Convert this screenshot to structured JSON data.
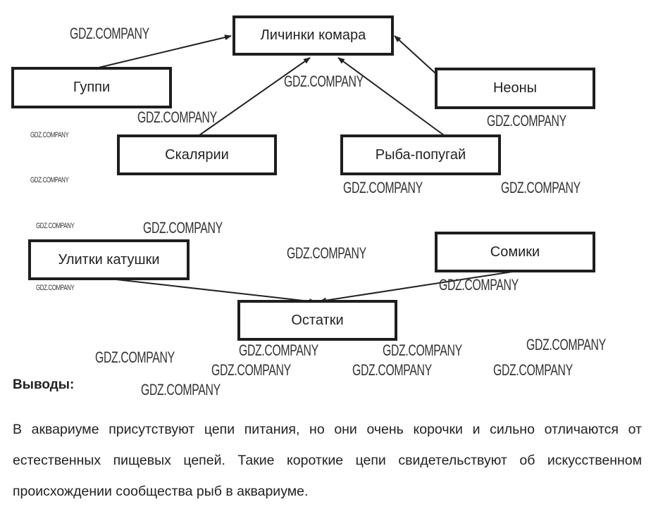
{
  "nodes": {
    "larvae": "Личинки комара",
    "guppy": "Гуппи",
    "neons": "Неоны",
    "angelfish": "Скалярии",
    "parrotfish": "Рыба-попугай",
    "snails": "Улитки катушки",
    "catfish": "Сомики",
    "remains": "Остатки"
  },
  "edges": [
    {
      "from": "guppy",
      "to": "larvae"
    },
    {
      "from": "angelfish",
      "to": "larvae"
    },
    {
      "from": "parrotfish",
      "to": "larvae"
    },
    {
      "from": "neons",
      "to": "larvae"
    },
    {
      "from": "snails",
      "to": "remains"
    },
    {
      "from": "catfish",
      "to": "remains"
    }
  ],
  "conclusion": {
    "heading": "Выводы:",
    "text": "В аквариуме присутствуют цепи питания, но они очень корочки и сильно отличаются от естественных пищевых цепей. Такие короткие цепи свидетельствуют об искусственном происхождении сообщества рыб в аквариуме."
  },
  "watermark": "GDZ.COMPANY"
}
